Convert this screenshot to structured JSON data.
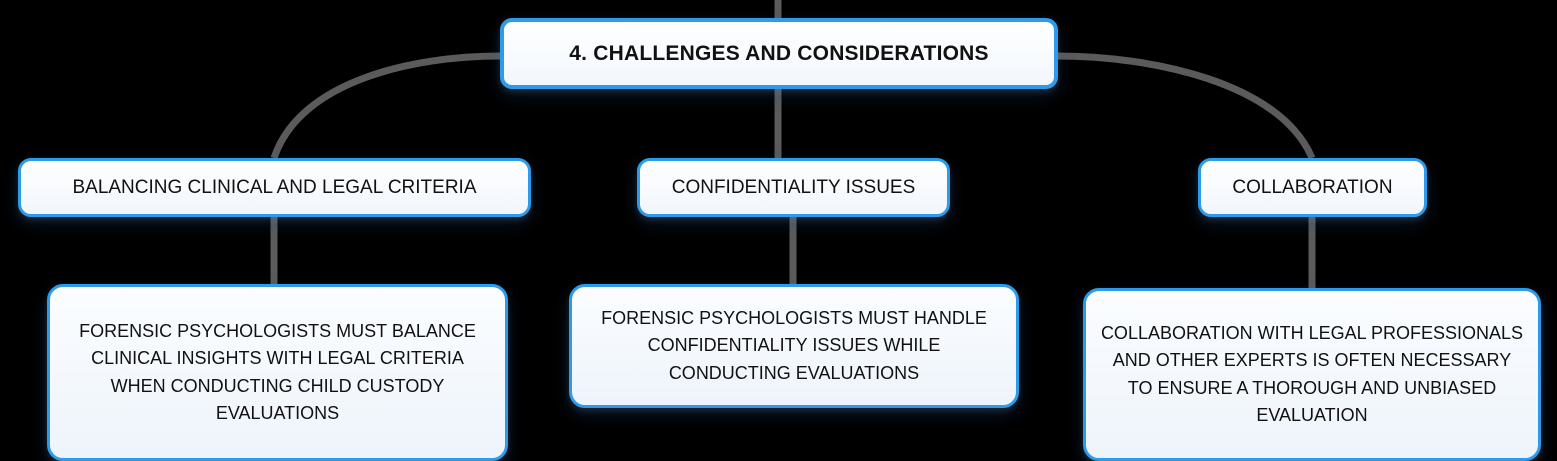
{
  "theme": {
    "background": "#000000",
    "node_fill": "#f4f8fd",
    "node_border": "#2e9bea",
    "connector": "#5b5b5b",
    "text": "#111111"
  },
  "root": {
    "label": "4. CHALLENGES AND CONSIDERATIONS"
  },
  "branches": [
    {
      "label": "BALANCING CLINICAL AND LEGAL CRITERIA",
      "detail": "FORENSIC PSYCHOLOGISTS MUST BALANCE CLINICAL INSIGHTS WITH LEGAL CRITERIA WHEN CONDUCTING CHILD CUSTODY EVALUATIONS"
    },
    {
      "label": "CONFIDENTIALITY ISSUES",
      "detail": "FORENSIC PSYCHOLOGISTS MUST HANDLE CONFIDENTIALITY ISSUES WHILE CONDUCTING EVALUATIONS"
    },
    {
      "label": "COLLABORATION",
      "detail": "COLLABORATION WITH LEGAL PROFESSIONALS AND OTHER EXPERTS IS OFTEN NECESSARY TO ENSURE A THOROUGH AND UNBIASED EVALUATION"
    }
  ]
}
